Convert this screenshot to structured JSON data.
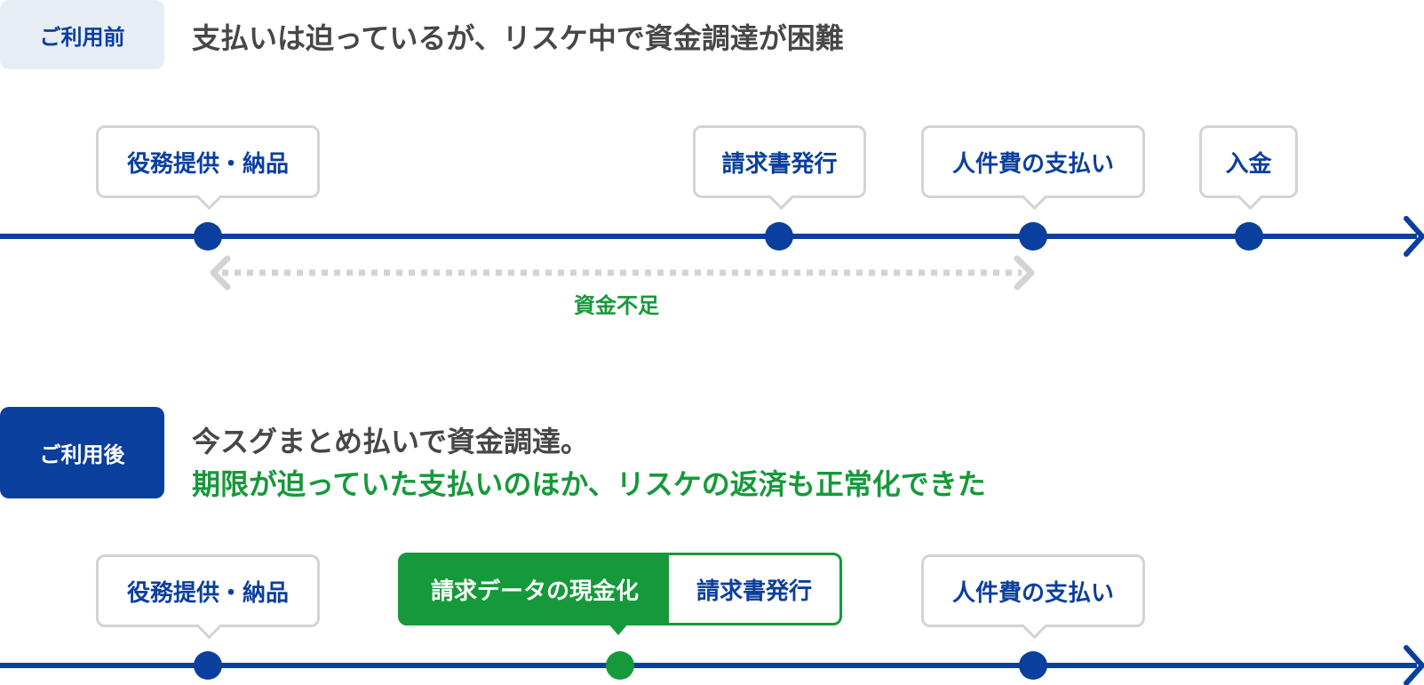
{
  "before": {
    "badge": "ご利用前",
    "heading": "支払いは迫っているが、リスケ中で資金調達が困難",
    "events": [
      "役務提供・納品",
      "請求書発行",
      "人件費の支払い",
      "入金"
    ],
    "shortage_label": "資金不足"
  },
  "after": {
    "badge": "ご利用後",
    "heading_line1": "今スグまとめ払いで資金調達。",
    "heading_line2": "期限が迫っていた支払いのほか、リスケの返済も正常化できた",
    "events": [
      "役務提供・納品",
      "請求データの現金化",
      "請求書発行",
      "人件費の支払い"
    ]
  },
  "colors": {
    "brand_blue": "#0b3f9d",
    "accent_green": "#16993a",
    "neutral_gray": "#d3d3d3",
    "text_dark": "#474747"
  }
}
